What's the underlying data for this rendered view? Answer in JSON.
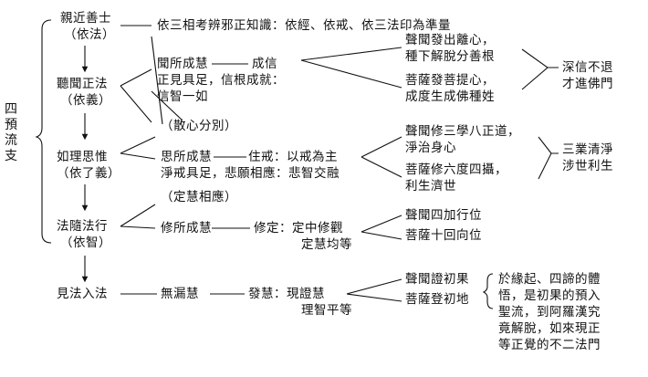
{
  "diagram": {
    "title_vertical": "四預流支",
    "stages": [
      {
        "name": "親近善士",
        "sub": "（依法）"
      },
      {
        "name": "聽聞正法",
        "sub": "（依義）"
      },
      {
        "name": "如理思惟",
        "sub": "（依了義）"
      },
      {
        "name": "法隨法行",
        "sub": "（依智）"
      },
      {
        "name": "見法入法",
        "sub": ""
      }
    ],
    "stage1_line": "依三相考辨邪正知識：依經、依戒、依三法印為準量",
    "stage2": {
      "wisdom": "聞所成慧",
      "result": "成信",
      "line2": "正見具足，信根成就：",
      "line3": "信智一如",
      "shravaka": [
        "聲聞發出離心，",
        "種下解脫分善根"
      ],
      "bodhisattva": [
        "菩薩發菩提心，",
        "成度生成佛種姓"
      ],
      "conclusion": [
        "深信不退",
        "才進佛門"
      ]
    },
    "stage3": {
      "note": "（散心分別）",
      "wisdom": "思所成慧",
      "result": "住戒：以戒為主",
      "line2": "淨戒具足，悲願相應：悲智交融",
      "shravaka": [
        "聲聞修三學八正道，",
        "淨治身心"
      ],
      "bodhisattva": [
        "菩薩修六度四攝，",
        "利生濟世"
      ],
      "conclusion": [
        "三業清淨",
        "涉世利生"
      ]
    },
    "stage4": {
      "note": "（定慧相應）",
      "wisdom": "修所成慧",
      "result": "修定：定中修觀",
      "line2": "定慧均等",
      "shravaka": "聲聞四加行位",
      "bodhisattva": "菩薩十回向位"
    },
    "stage5": {
      "wisdom": "無漏慧",
      "result": "發慧：現證慧",
      "line2": "理智平等",
      "shravaka": "聲聞證初果",
      "bodhisattva": "菩薩登初地",
      "conclusion": [
        "於緣起、四諦的體",
        "悟，是初果的預入",
        "聖流，到阿羅漢究",
        "竟解脫，如來現正",
        "等正覺的不二法門"
      ]
    }
  }
}
